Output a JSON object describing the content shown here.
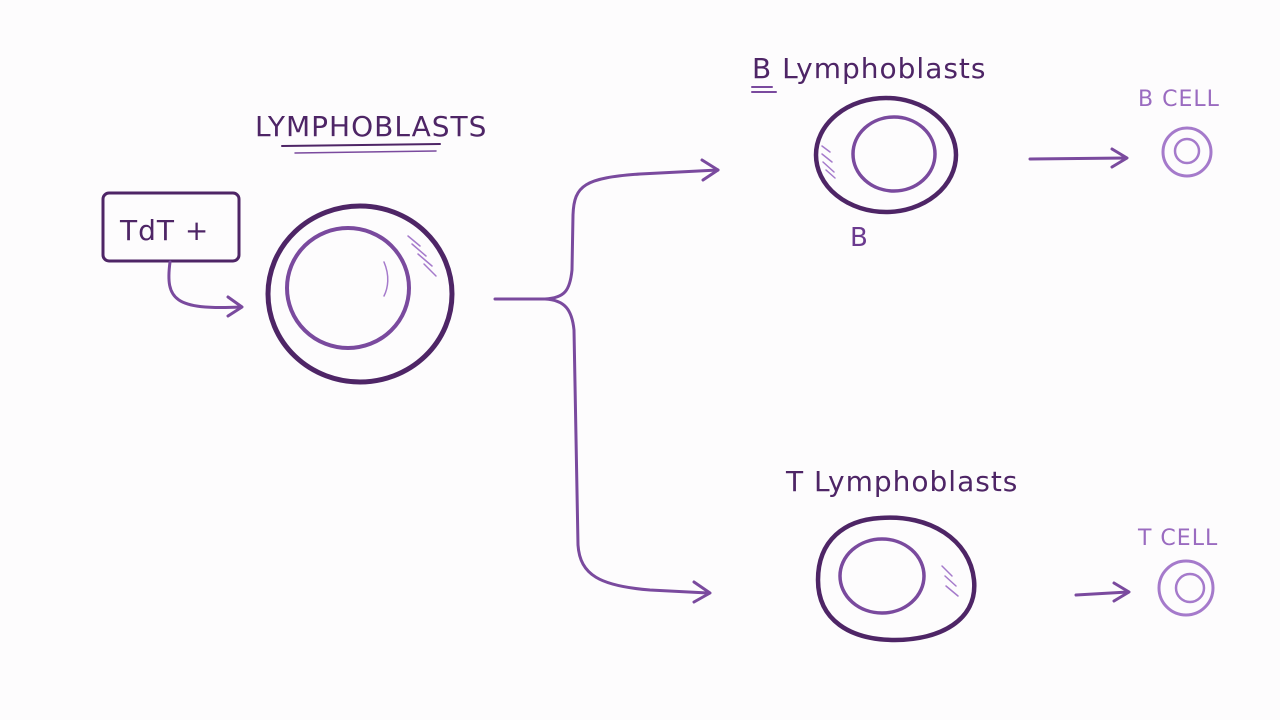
{
  "labels": {
    "lymphoblasts": "LYMPHOBLASTS",
    "tdt": "TdT +",
    "b_lymphoblasts": "B Lymphoblasts",
    "b_letter": "B",
    "b_cell": "B CELL",
    "t_lymphoblasts": "T Lymphoblasts",
    "t_cell": "T CELL"
  },
  "colors": {
    "dark_purple": "#4e2566",
    "mid_purple": "#7a4a9e",
    "light_purple": "#a57acb",
    "background": "#fdfcfd"
  }
}
